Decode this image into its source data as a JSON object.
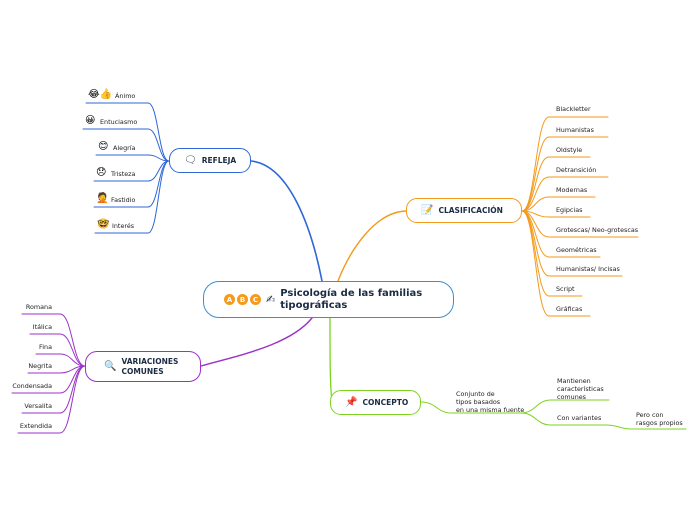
{
  "central": {
    "title_line1": "Psicología de las familias",
    "title_line2": "tipográficas",
    "badges": [
      "A",
      "B",
      "C"
    ],
    "icon": "writing-hand-icon"
  },
  "refleja": {
    "title": "REFLEJA",
    "icon": "speech-bubble-icon",
    "color": "#2f67d8",
    "items": [
      {
        "label": "Ánimo",
        "icon": "laughing-face-icon",
        "glyph": "😂👍"
      },
      {
        "label": "Entuciasmo",
        "icon": "grinning-face-icon",
        "glyph": "😀"
      },
      {
        "label": "Alegría",
        "icon": "smiling-face-icon",
        "glyph": "😊"
      },
      {
        "label": "Tristeza",
        "icon": "sad-face-icon",
        "glyph": "😞"
      },
      {
        "label": "Fastidio",
        "icon": "facepalm-icon",
        "glyph": "🤦"
      },
      {
        "label": "Interés",
        "icon": "nerd-face-icon",
        "glyph": "🤓"
      }
    ]
  },
  "clasificacion": {
    "title": "CLASIFICACIÓN",
    "icon": "memo-icon",
    "color": "#f39a1c",
    "items": [
      "Blackletter",
      "Humanistas",
      "Oldstyle",
      "Detransición",
      "Modernas",
      "Egipcias",
      "Grotescas/ Neo-grotescas",
      "Geométricas",
      "Humanistas/ Incisas",
      "Script",
      "Gráficas"
    ]
  },
  "variaciones": {
    "title_line1": "VARIACIONES",
    "title_line2": "COMUNES",
    "icon": "magnifier-icon",
    "color": "#9b32c8",
    "items": [
      "Romana",
      "Itálica",
      "Fina",
      "Negrita",
      "Condensada",
      "Versalita",
      "Extendida"
    ]
  },
  "concepto": {
    "title": "CONCEPTO",
    "icon": "pushpin-icon",
    "color": "#7ed321",
    "definition": [
      "Conjunto de",
      "tipos basados",
      "en una misma fuente"
    ],
    "sub1": [
      "Mantienen",
      "características",
      "comunes"
    ],
    "sub2": "Con variantes",
    "sub3": [
      "Pero con",
      "rasgos propios"
    ]
  }
}
